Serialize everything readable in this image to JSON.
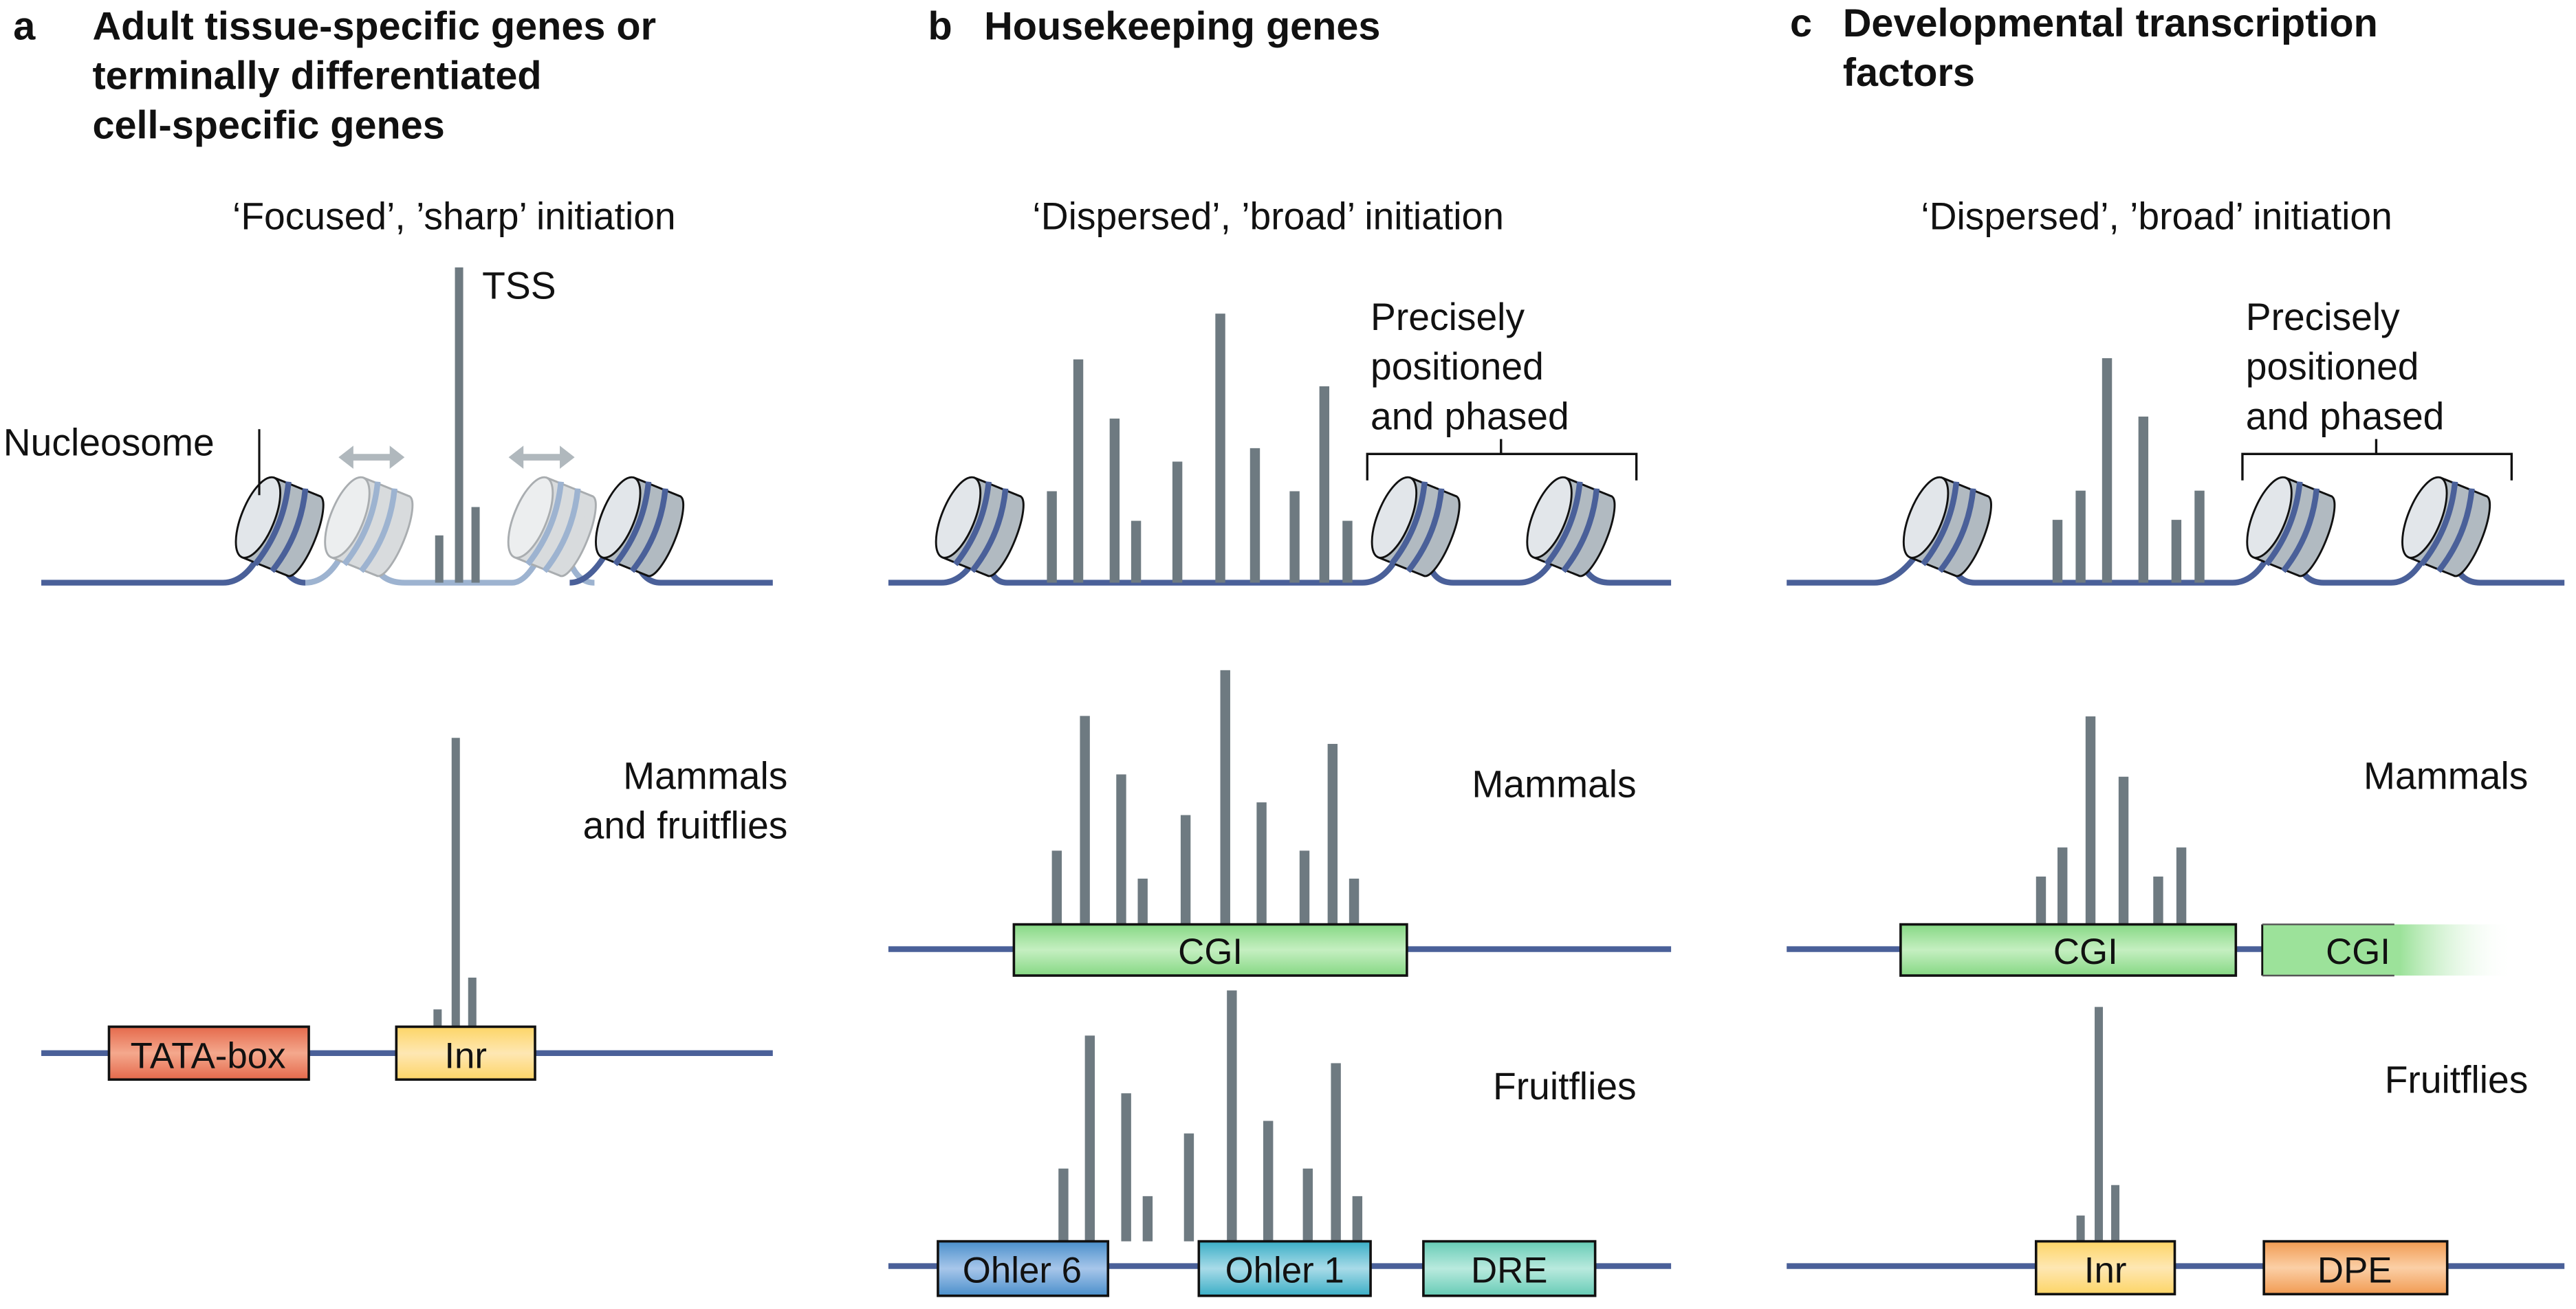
{
  "panels": [
    {
      "letter": "a",
      "title_lines": [
        "Adult tissue-specific genes or",
        "terminally differentiated",
        "cell-specific genes"
      ],
      "initiation": "‘Focused’, ’sharp’ initiation",
      "top_labels": {
        "tss": "TSS",
        "nucleosome": "Nucleosome"
      },
      "top_tss_signal": [
        0.15,
        1.0,
        0.24
      ],
      "bottom_tracks": [
        {
          "organism_lines": [
            "Mammals",
            "and fruitflies"
          ],
          "tss_signal": [
            0.06,
            1.0,
            0.17
          ],
          "elements": [
            {
              "label": "TATA-box",
              "color": "#e8765a"
            },
            {
              "label": "Inr",
              "color": "#fde08e"
            }
          ]
        }
      ]
    },
    {
      "letter": "b",
      "title_lines": [
        "Housekeeping genes"
      ],
      "initiation": "‘Dispersed’, ’broad’ initiation",
      "top_labels": {
        "phased": [
          "Precisely",
          "positioned",
          "and phased"
        ]
      },
      "top_tss_signal": [
        0.34,
        0.83,
        0.61,
        0.23,
        0.45,
        1.0,
        0.5,
        0.34,
        0.73,
        0.23
      ],
      "bottom_tracks": [
        {
          "organism_lines": [
            "Mammals"
          ],
          "tss_signal": [
            0.29,
            0.82,
            0.59,
            0.18,
            0.43,
            1.0,
            0.48,
            0.29,
            0.71,
            0.18
          ],
          "elements": [
            {
              "label": "CGI",
              "color": "#9ce29a"
            }
          ]
        },
        {
          "organism_lines": [
            "Fruitflies"
          ],
          "tss_signal": [
            0.29,
            0.82,
            0.59,
            0.18,
            0.43,
            1.0,
            0.48,
            0.29,
            0.71,
            0.18
          ],
          "elements": [
            {
              "label": "Ohler 6",
              "color": "#79a6d6"
            },
            {
              "label": "Ohler 1",
              "color": "#7ec3d6"
            },
            {
              "label": "DRE",
              "color": "#93dccb"
            }
          ]
        }
      ]
    },
    {
      "letter": "c",
      "title_lines": [
        "Developmental transcription",
        "factors"
      ],
      "initiation": "‘Dispersed’, ’broad’ initiation",
      "top_labels": {
        "phased": [
          "Precisely",
          "positioned",
          "and phased"
        ]
      },
      "top_tss_signal": [
        0.28,
        0.41,
        1.0,
        0.74,
        0.28,
        0.41
      ],
      "bottom_tracks": [
        {
          "organism_lines": [
            "Mammals"
          ],
          "tss_signal": [
            0.23,
            0.37,
            1.0,
            0.71,
            0.23,
            0.37
          ],
          "elements": [
            {
              "label": "CGI",
              "color": "#9ce29a"
            },
            {
              "label": "CGI",
              "color": "#9ce29a"
            }
          ]
        },
        {
          "organism_lines": [
            "Fruitflies"
          ],
          "tss_signal": [
            0.11,
            1.0,
            0.24
          ],
          "elements": [
            {
              "label": "Inr",
              "color": "#fde08e"
            },
            {
              "label": "DPE",
              "color": "#f5a867"
            }
          ]
        }
      ]
    }
  ],
  "colors": {
    "dna": "#4a6099",
    "dna_faded": "#9db3d0",
    "tss_bar": "#6e7a81",
    "nucleosome_face": "#e2e6ea",
    "nucleosome_side": "#b1bac1"
  }
}
